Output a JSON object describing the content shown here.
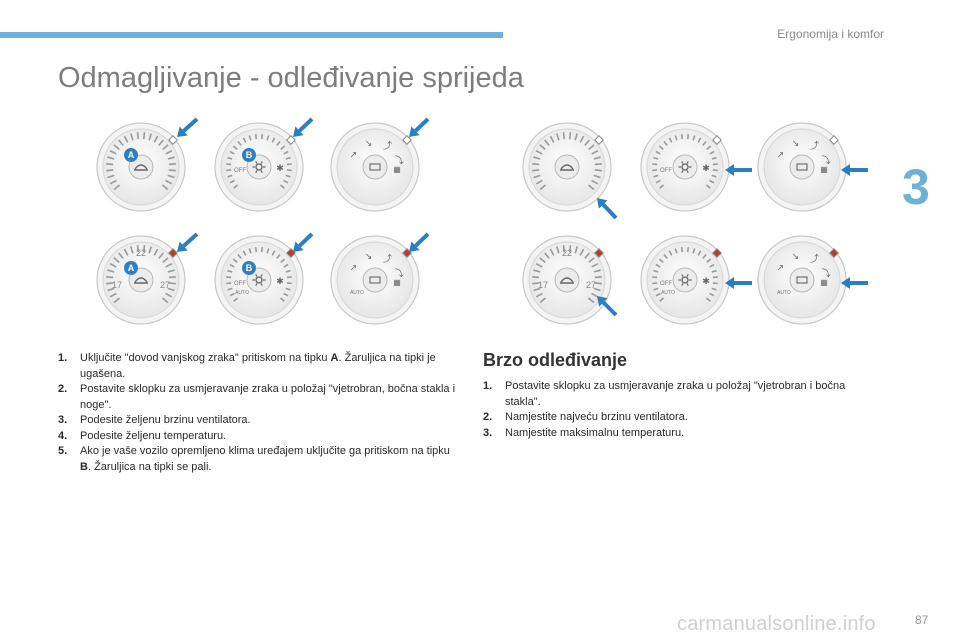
{
  "header": {
    "section_name": "Ergonomija i komfor",
    "chapter_number": "3",
    "accent_color": "#6fb1d6"
  },
  "page": {
    "title": "Odmagljivanje - odleđivanje sprijeda",
    "page_number": "87"
  },
  "dial_labels": {
    "button_a": "A",
    "button_b": "B",
    "off": "OFF",
    "auto": "AUTO",
    "temp_left": "17",
    "temp_mid": "22",
    "temp_right": "27"
  },
  "procedure": {
    "steps": [
      {
        "num": "1.",
        "text": "Uključite \"dovod vanjskog zraka\" pritiskom na tipku ",
        "key": "A",
        "after": ". Žaruljica na tipki je ugašena."
      },
      {
        "num": "2.",
        "text": "Postavite sklopku za usmjeravanje zraka u položaj \"vjetrobran, bočna stakla i noge\".",
        "key": "",
        "after": ""
      },
      {
        "num": "3.",
        "text": "Podesite željenu brzinu ventilatora.",
        "key": "",
        "after": ""
      },
      {
        "num": "4.",
        "text": "Podesite željenu temperaturu.",
        "key": "",
        "after": ""
      },
      {
        "num": "5.",
        "text": "Ako je vaše vozilo opremljeno klima uređajem uključite ga pritiskom na tipku ",
        "key": "B",
        "after": ". Žaruljica na tipki se pali."
      }
    ]
  },
  "quick": {
    "title": "Brzo odleđivanje",
    "steps": [
      {
        "num": "1.",
        "text": "Postavite sklopku za usmjeravanje zraka u položaj \"vjetrobran i bočna stakla\"."
      },
      {
        "num": "2.",
        "text": "Namjestite najveću brzinu ventilatora."
      },
      {
        "num": "3.",
        "text": "Namjestite maksimalnu temperaturu."
      }
    ]
  },
  "watermark": "carmanualsonline.info"
}
